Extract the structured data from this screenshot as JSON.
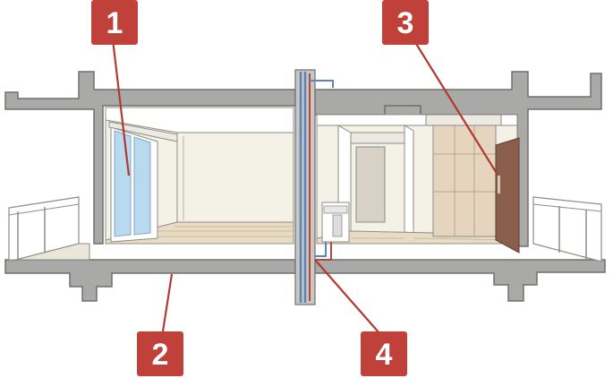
{
  "colors": {
    "concrete": "#a9aaa8",
    "concrete_edge": "#6f706e",
    "interior_wall": "#f4f1e6",
    "floor": "#e9dcc4",
    "floor_line": "#cdbd9c",
    "glass": "#b9d9ef",
    "door_brown": "#8a5e4b",
    "closet": "#e5d5bf",
    "pipe_blue": "#5b84b8",
    "pipe_red": "#b8473a",
    "badge": "#c0413a",
    "leader": "#b03a32"
  },
  "callouts": [
    {
      "number": "1"
    },
    {
      "number": "2"
    },
    {
      "number": "3"
    },
    {
      "number": "4"
    }
  ]
}
